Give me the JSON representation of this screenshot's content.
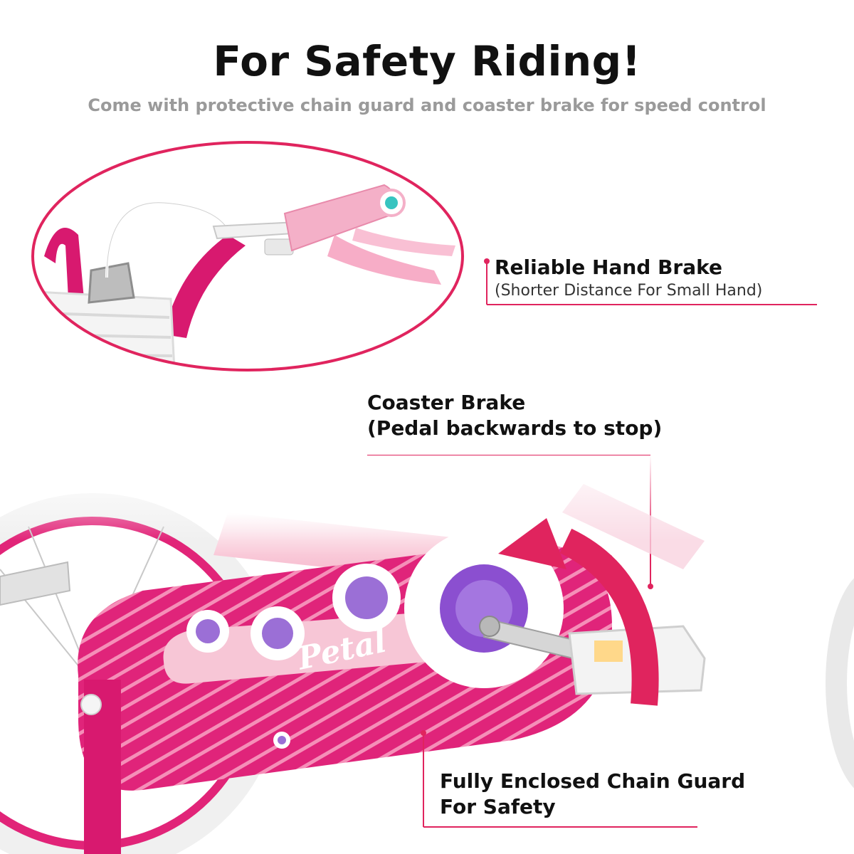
{
  "header": {
    "title": "For Safety Riding!",
    "subtitle": "Come with protective chain guard and coaster brake for speed control"
  },
  "callouts": {
    "hand_brake": {
      "title": "Reliable Hand Brake",
      "detail": "(Shorter Distance For Small Hand)"
    },
    "coaster_brake": {
      "title": "Coaster Brake",
      "detail": "(Pedal backwards to stop)"
    },
    "chain_guard": {
      "title": "Fully Enclosed Chain Guard",
      "detail": "For Safety"
    }
  },
  "brand": {
    "logo": "Petal"
  },
  "colors": {
    "accent": "#e0245e",
    "magenta": "#d81b7a",
    "light_pink": "#f7c6d6",
    "purple": "#9b6fd6",
    "title_text": "#111111",
    "subtitle_text": "#9a9a9a"
  }
}
